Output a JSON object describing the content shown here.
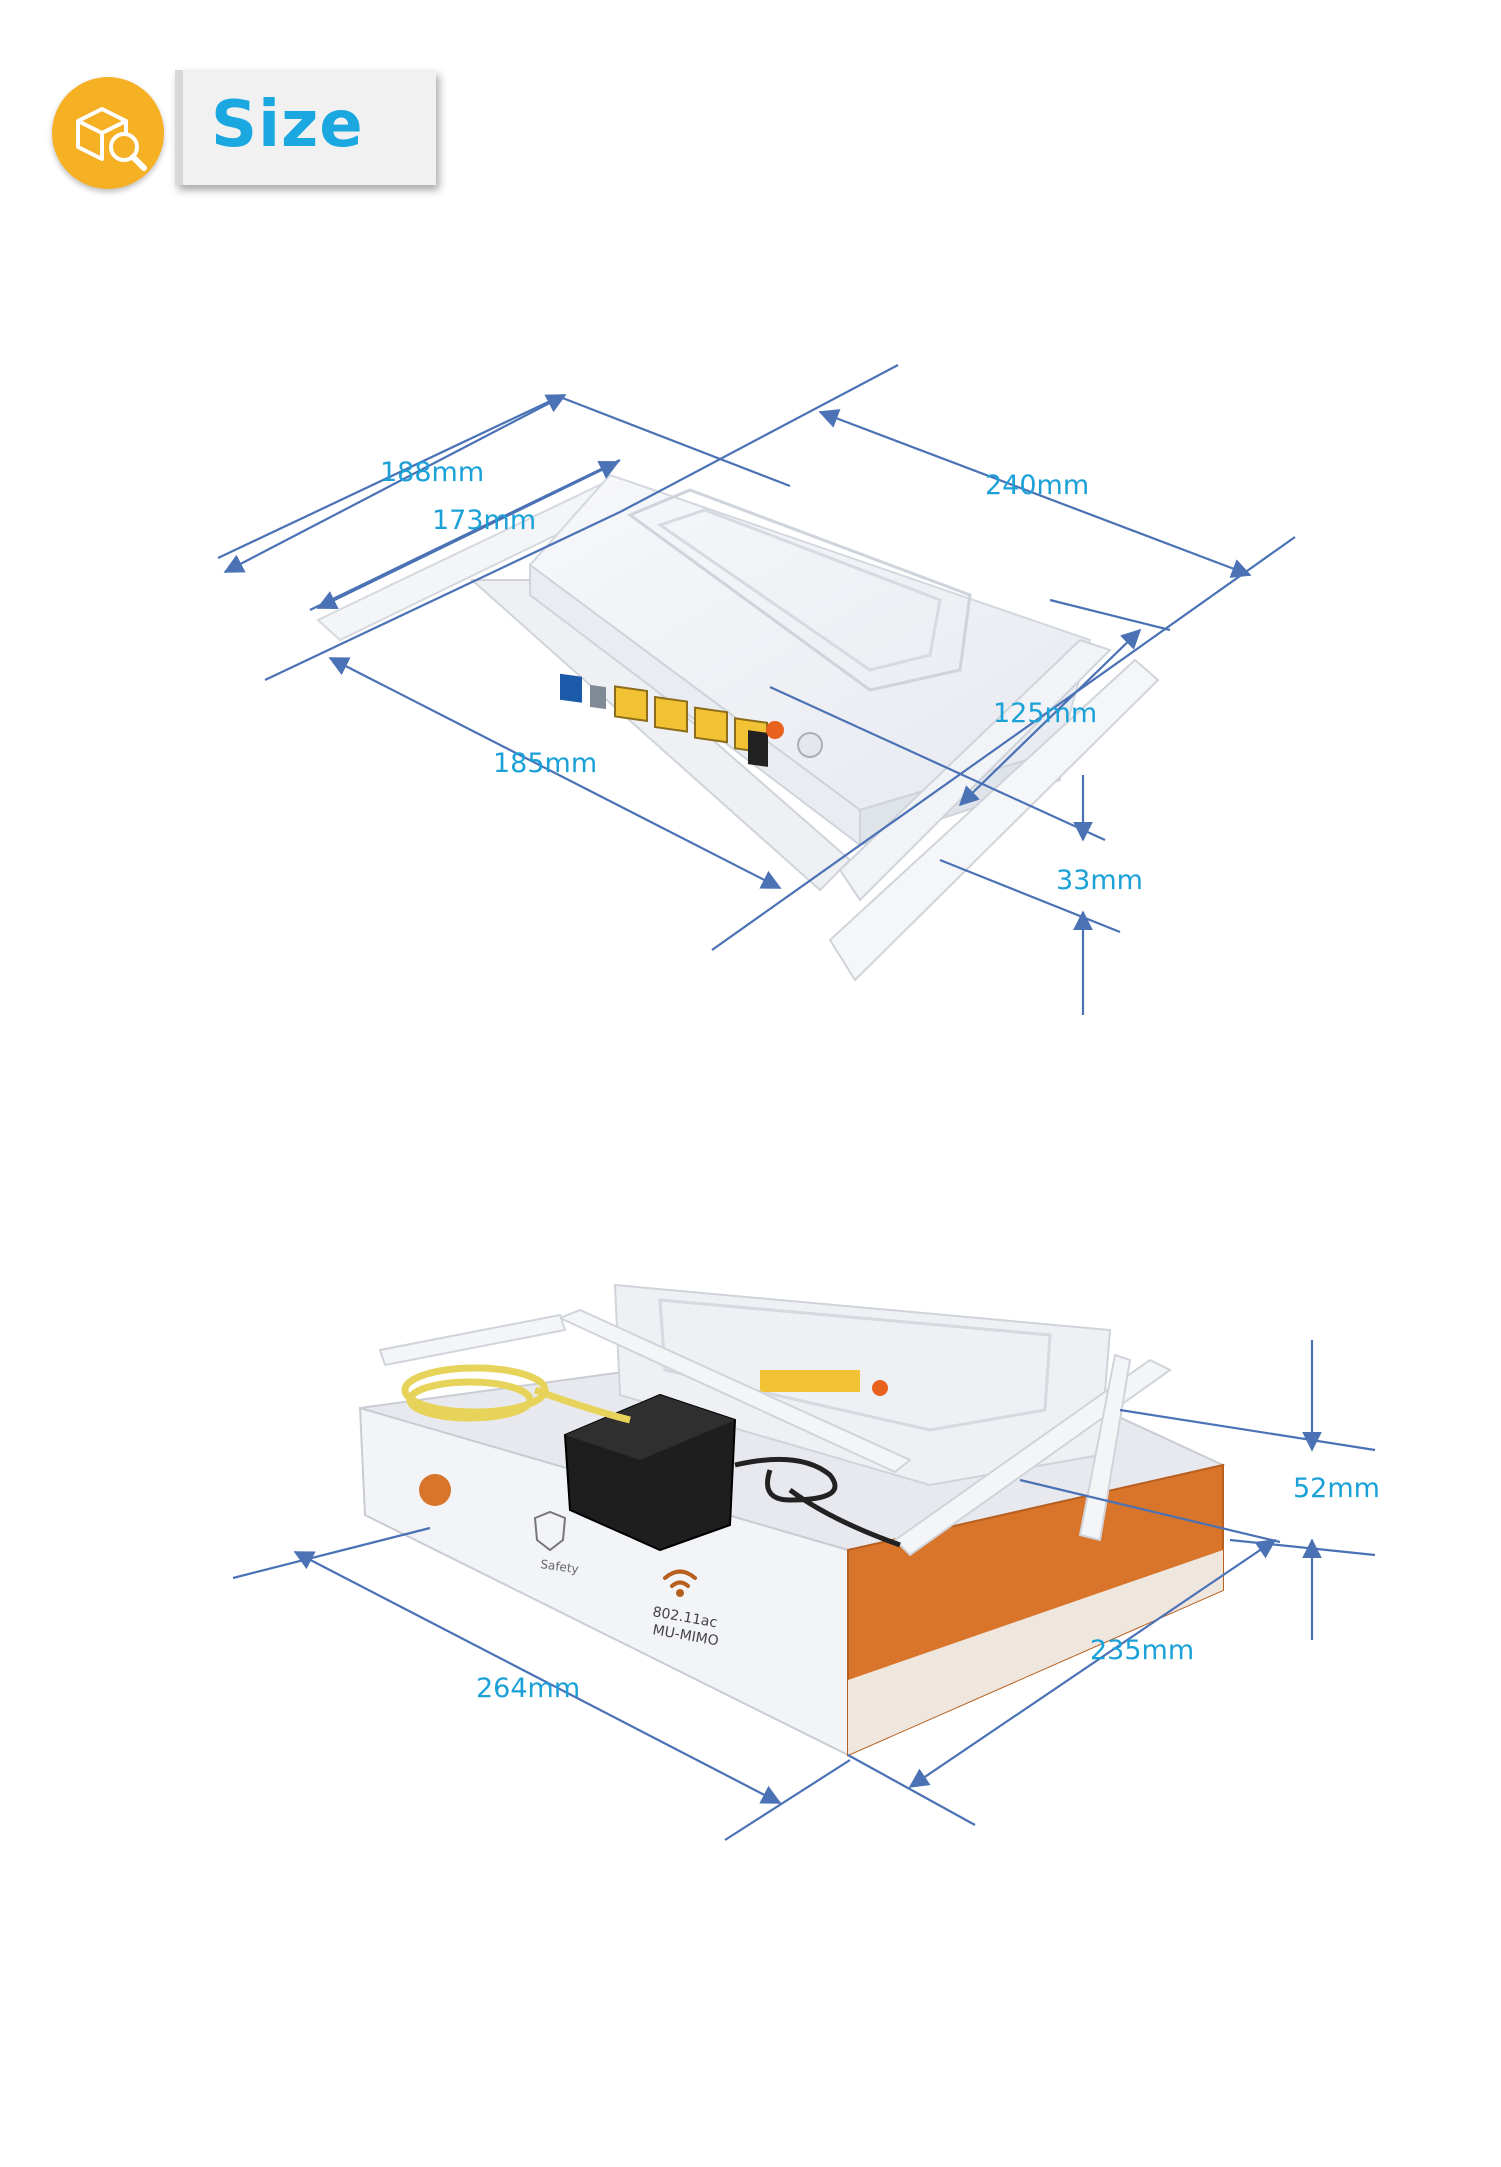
{
  "header": {
    "title": "Size",
    "icon": "package-search-icon",
    "badge_color": "#f5b024",
    "title_color": "#1ba8e0"
  },
  "router_figure": {
    "labels": {
      "width_outer": "188mm",
      "width_inner": "173mm",
      "length_top": "240mm",
      "front_length": "185mm",
      "depth": "125mm",
      "height": "33mm"
    }
  },
  "box_figure": {
    "labels": {
      "height": "52mm",
      "length": "264mm",
      "width": "235mm"
    },
    "box_text": {
      "safety": "Safety",
      "standard": "802.11ac",
      "mimo": "MU-MIMO"
    }
  },
  "colors": {
    "dimension_line": "#4a72b5",
    "dimension_text": "#1ba1d8",
    "box_orange": "#d8752b"
  }
}
